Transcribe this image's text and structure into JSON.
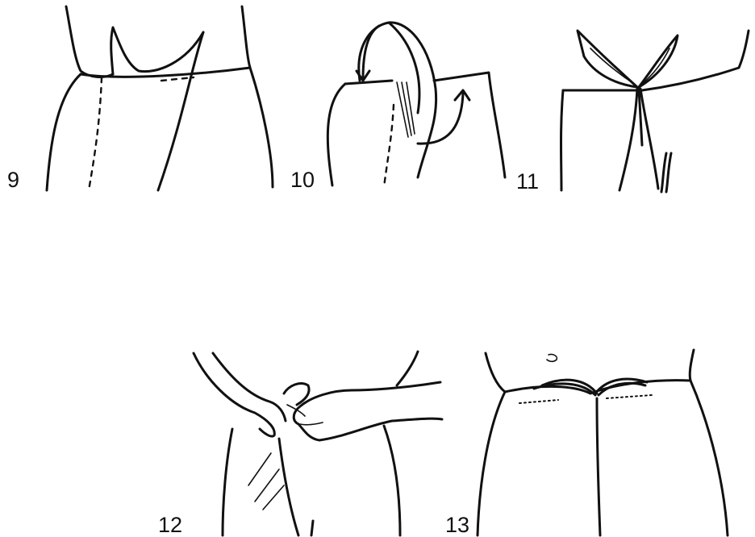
{
  "steps": [
    {
      "number": "9",
      "illustration": "waist-overlap-with-center-seam"
    },
    {
      "number": "10",
      "illustration": "waist-fold-arrows"
    },
    {
      "number": "11",
      "illustration": "waist-knot-tied"
    },
    {
      "number": "12",
      "illustration": "hands-tucking-knot"
    },
    {
      "number": "13",
      "illustration": "finished-rolled-waistband"
    }
  ]
}
